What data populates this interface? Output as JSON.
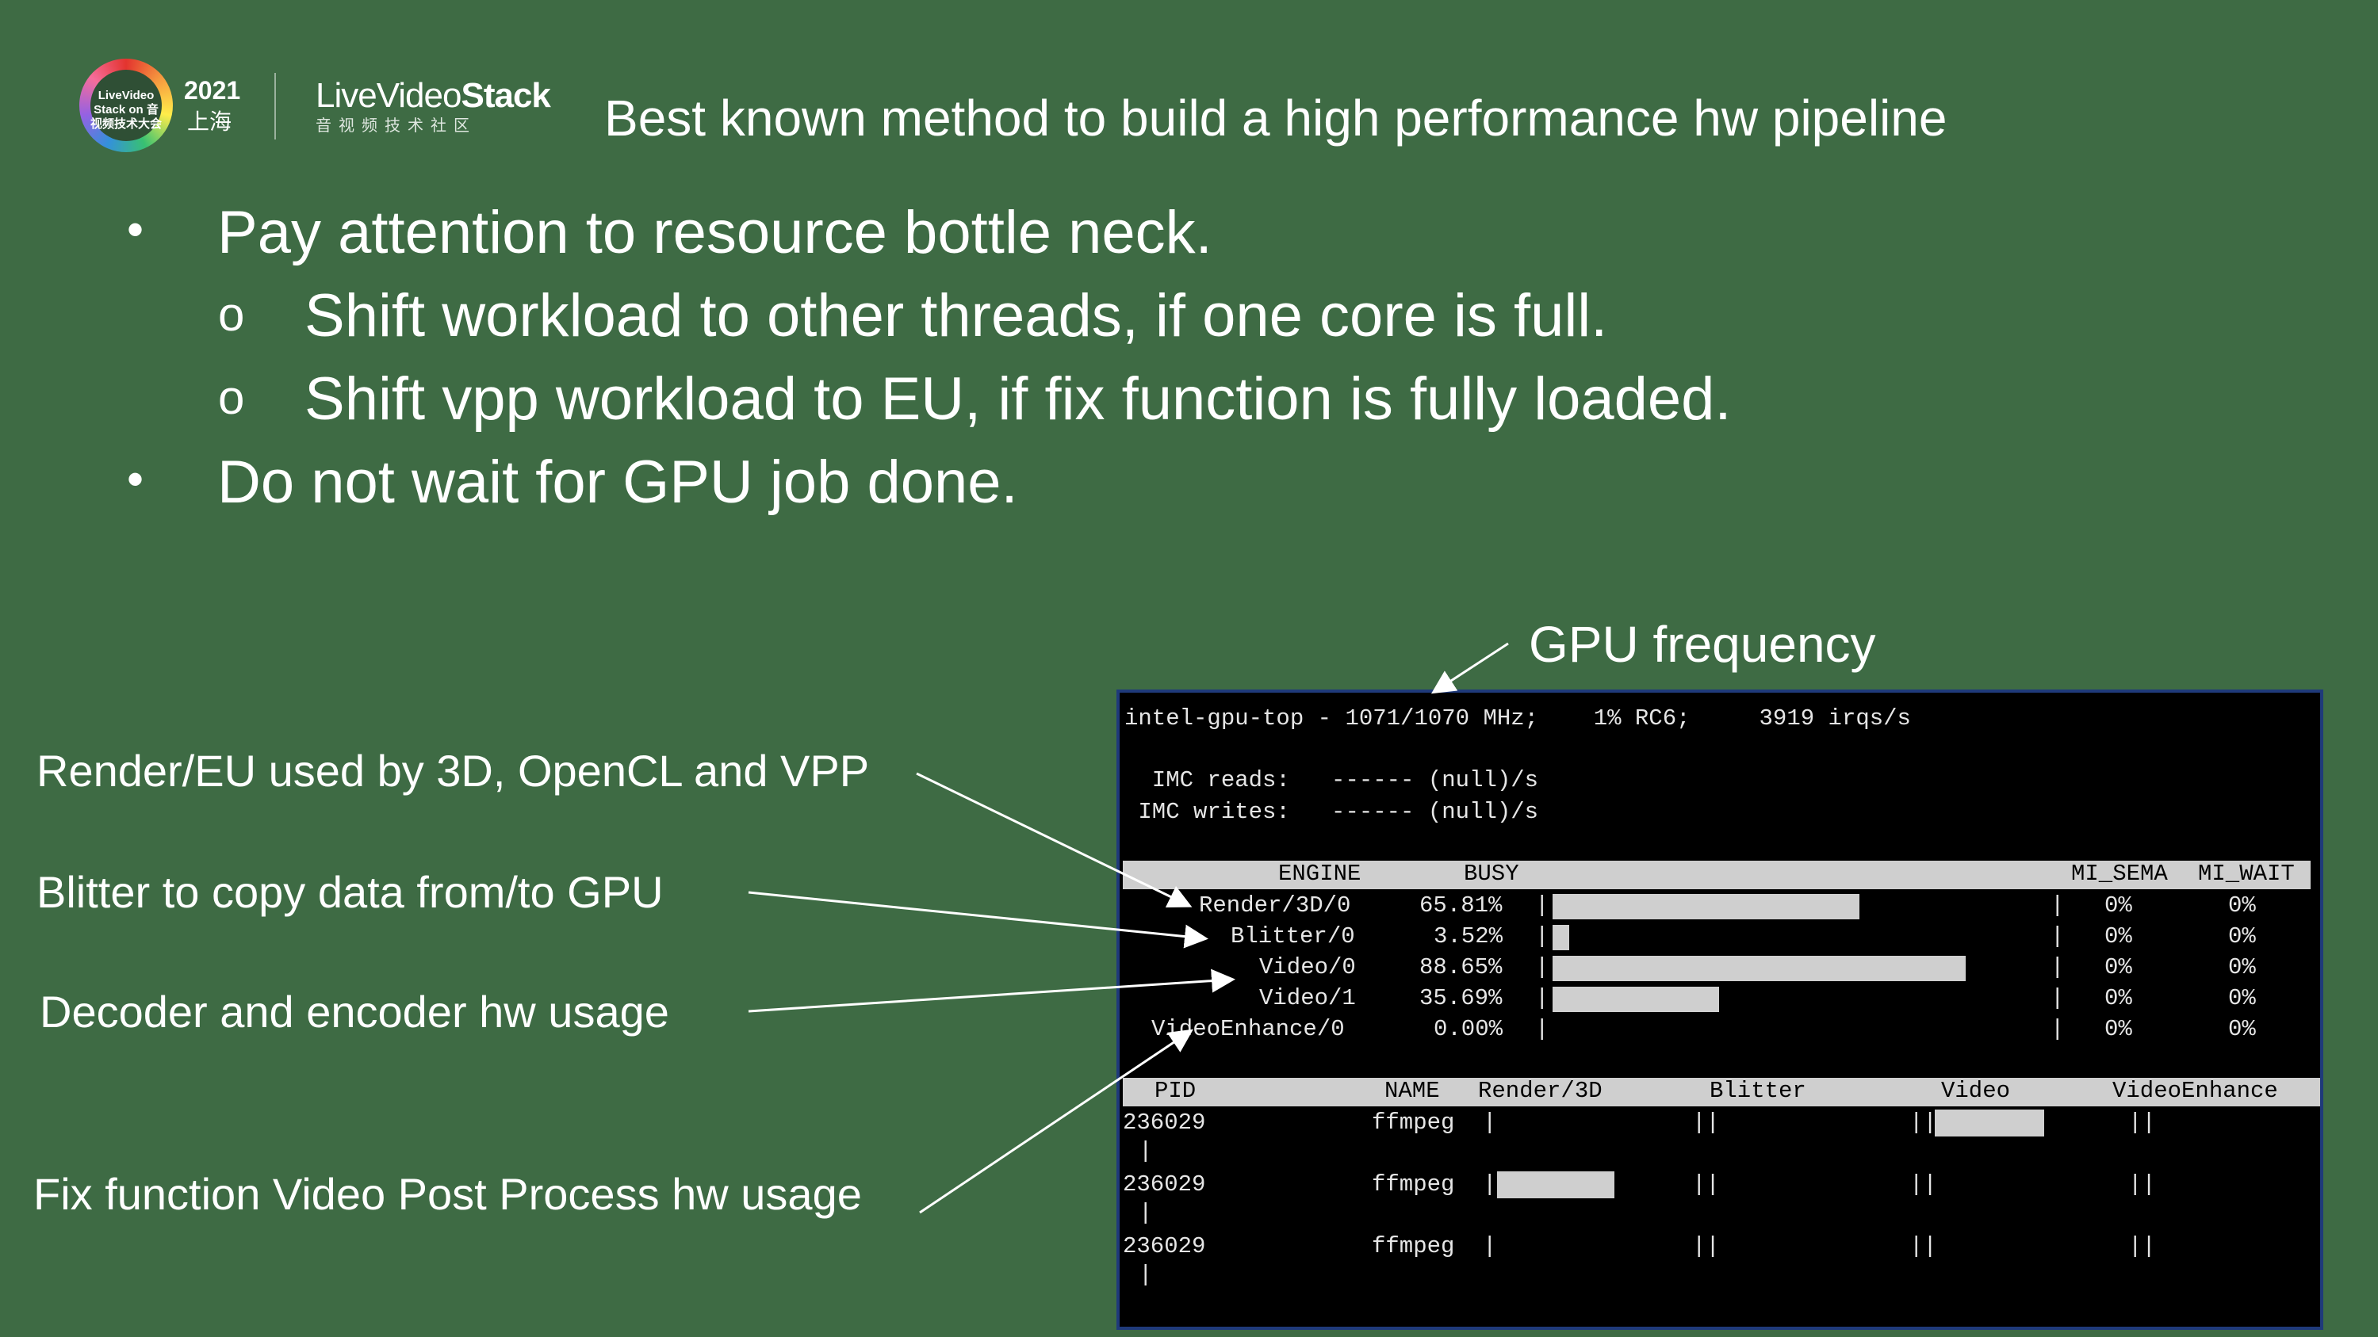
{
  "logo": {
    "badge_text": "LiveVideo Stack on 音视频技术大会",
    "year": "2021",
    "city": "上海",
    "brand_prefix": "LiveVideo",
    "brand_suffix": "Stack",
    "brand_sub": "音视频技术社区"
  },
  "slide": {
    "title": "Best known method to build a high performance hw pipeline",
    "bullets": [
      {
        "marker": "•",
        "text": "Pay attention to resource bottle neck."
      },
      {
        "marker": "o",
        "text": "Shift workload to other threads, if one core is full."
      },
      {
        "marker": "o",
        "text": "Shift vpp workload to EU, if fix function is fully loaded."
      },
      {
        "marker": "•",
        "text": "Do not wait for GPU job done."
      }
    ]
  },
  "annotations": {
    "gpu_frequency": "GPU frequency",
    "render": "Render/EU used by 3D, OpenCL and VPP",
    "blitter": "Blitter to copy data from/to GPU",
    "decoder": "Decoder and encoder hw usage",
    "vpp": "Fix function Video Post Process hw  usage"
  },
  "terminal": {
    "header_line": "intel-gpu-top - 1071/1070 MHz;    1% RC6;     3919 irqs/s",
    "imc_reads": "  IMC reads:   ------ (null)/s",
    "imc_writes": " IMC writes:   ------ (null)/s",
    "engine_columns": {
      "engine": "ENGINE",
      "busy": "BUSY",
      "mi_sema": "MI_SEMA",
      "mi_wait": "MI_WAIT"
    },
    "engines": [
      {
        "name": "Render/3D/0",
        "busy": "65.81%",
        "busy_value": 65.81,
        "mi_sema": "0%",
        "mi_wait": "0%"
      },
      {
        "name": "Blitter/0",
        "busy": "3.52%",
        "busy_value": 3.52,
        "mi_sema": "0%",
        "mi_wait": "0%"
      },
      {
        "name": "Video/0",
        "busy": "88.65%",
        "busy_value": 88.65,
        "mi_sema": "0%",
        "mi_wait": "0%"
      },
      {
        "name": "Video/1",
        "busy": "35.69%",
        "busy_value": 35.69,
        "mi_sema": "0%",
        "mi_wait": "0%"
      },
      {
        "name": "VideoEnhance/0",
        "busy": "0.00%",
        "busy_value": 0.0,
        "mi_sema": "0%",
        "mi_wait": "0%"
      }
    ],
    "process_columns": {
      "pid": "PID",
      "name": "NAME",
      "render": "Render/3D",
      "blitter": "Blitter",
      "video": "Video",
      "video_enhance": "VideoEnhance"
    },
    "processes": [
      {
        "pid": "236029",
        "name": "ffmpeg"
      },
      {
        "pid": "236029",
        "name": "ffmpeg"
      },
      {
        "pid": "236029",
        "name": "ffmpeg"
      }
    ]
  }
}
